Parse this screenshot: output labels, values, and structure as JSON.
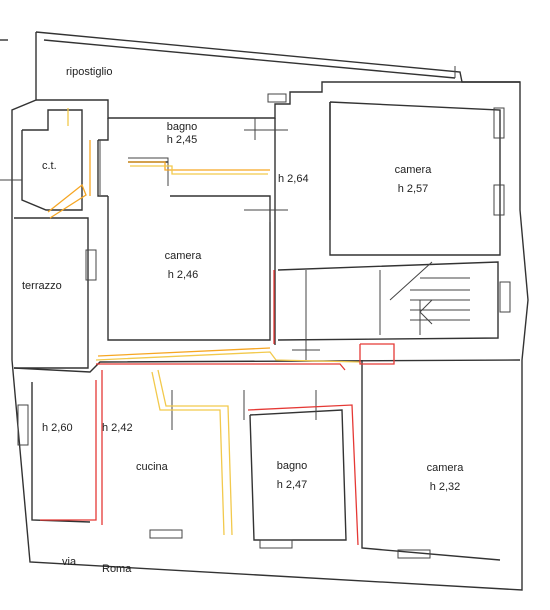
{
  "rooms": {
    "ripostiglio": {
      "name": "ripostiglio"
    },
    "ct": {
      "name": "c.t."
    },
    "bagno_top": {
      "name": "bagno",
      "height": "h 2,45"
    },
    "corridor": {
      "height": "h 2,64"
    },
    "camera_top_right": {
      "name": "camera",
      "height": "h 2,57"
    },
    "camera_center": {
      "name": "camera",
      "height": "h 2,46"
    },
    "terrazzo": {
      "name": "terrazzo"
    },
    "left_room": {
      "height": "h 2,60"
    },
    "cucina": {
      "name": "cucina",
      "height": "h 2,42"
    },
    "bagno_bottom": {
      "name": "bagno",
      "height": "h 2,47"
    },
    "camera_bottom_right": {
      "name": "camera",
      "height": "h 2,32"
    }
  },
  "street": {
    "via": "via",
    "name": "Roma"
  },
  "colors": {
    "wall": "#333333",
    "pipe_red": "#e53935",
    "pipe_orange": "#f6a623",
    "pipe_yellow": "#f2c94c"
  }
}
